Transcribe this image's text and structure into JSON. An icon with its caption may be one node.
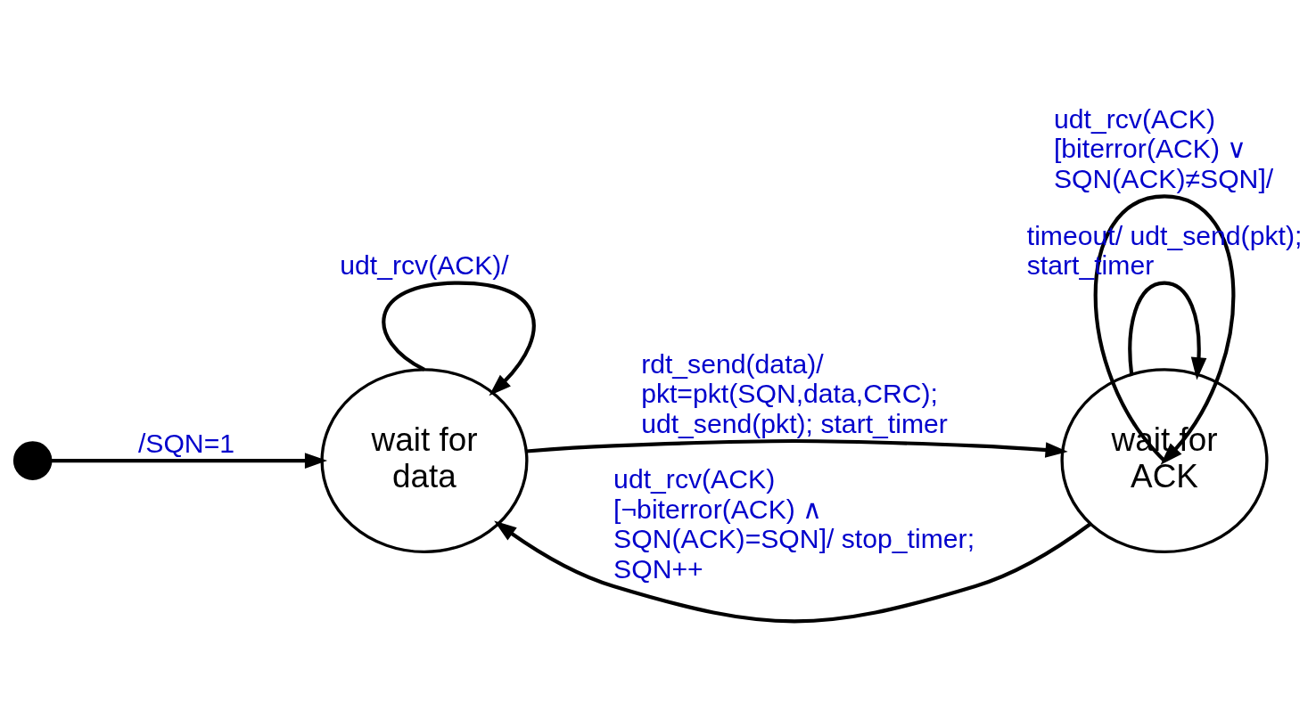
{
  "diagram": {
    "nodes": [
      {
        "text": [],
        "shape": "circle"
      },
      {
        "text": [
          "wait for data"
        ]
      },
      {
        "text": [
          "wait for ACK"
        ]
      }
    ],
    "edges": [
      {
        "from": 0,
        "to": 1,
        "arrow": "to",
        "label": "/SQN=1"
      },
      {
        "from": 1,
        "to": 2,
        "arrow": "to",
        "label": "rdt_send(data)/ pkt=pkt(SQN,data,CRC); udt_send(pkt); start_timer"
      },
      {
        "from": 2,
        "to": 2,
        "arrow": "to",
        "label": "udt_rcv(ACK) [biterror(ACK) ∨ SQN(ACK)≠SQN]/"
      },
      {
        "from": 2,
        "to": 2,
        "arrow": "to",
        "label": "timeout/ udt_send(pkt); start_timer"
      },
      {
        "from": 2,
        "to": 1,
        "arrow": "to",
        "label": "udt_rcv(ACK) [¬biterror(ACK) ∧ SQN(ACK)=SQN]/ stop_timer; SQN++"
      },
      {
        "from": 1,
        "to": 1,
        "arrow": "to",
        "label": "udt_rcv(ACK)/"
      }
    ]
  }
}
